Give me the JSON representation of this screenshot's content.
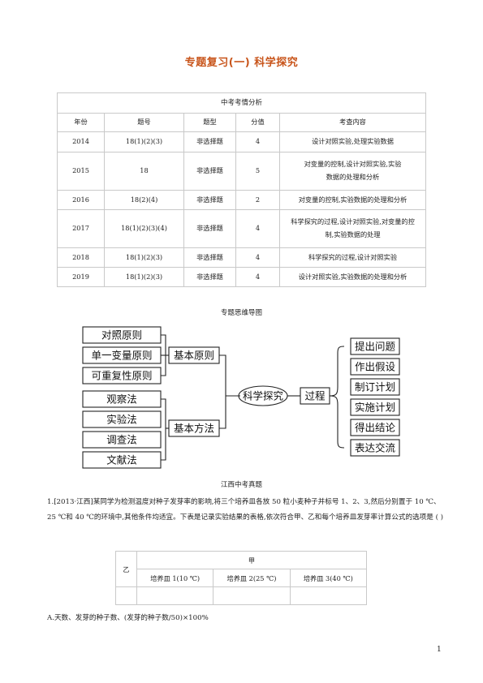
{
  "title": "专题复习(一)    科学探究",
  "exam_table": {
    "caption": "中考考情分析",
    "headers": [
      "年份",
      "题号",
      "题型",
      "分值",
      "考查内容"
    ],
    "rows": [
      {
        "year": "2014",
        "number": "18(1)(2)(3)",
        "type": "非选择题",
        "score": "4",
        "content": "设计对照实验,处理实验数据"
      },
      {
        "year": "2015",
        "number": "18",
        "type": "非选择题",
        "score": "5",
        "content": "对变量的控制,设计对照实验,实验数据的处理和分析"
      },
      {
        "year": "2016",
        "number": "18(2)(4)",
        "type": "非选择题",
        "score": "2",
        "content": "对变量的控制,实验数据的处理和分析"
      },
      {
        "year": "2017",
        "number": "18(1)(2)(3)(4)",
        "type": "非选择题",
        "score": "4",
        "content": "科学探究的过程,设计对照实验,对变量的控制,实验数据的处理"
      },
      {
        "year": "2018",
        "number": "18(1)(2)(3)",
        "type": "非选择题",
        "score": "4",
        "content": "科学探究的过程,设计对照实验"
      },
      {
        "year": "2019",
        "number": "18(1)(2)(3)",
        "type": "非选择题",
        "score": "4",
        "content": "设计对照实验,实验数据的处理和分析"
      }
    ]
  },
  "mindmap": {
    "heading": "专题思维导图",
    "center": "科学探究",
    "principles_label": "基本原则",
    "principles": [
      "对照原则",
      "单一变量原则",
      "可重复性原则"
    ],
    "methods_label": "基本方法",
    "methods": [
      "观察法",
      "实验法",
      "调查法",
      "文献法"
    ],
    "process_label": "过程",
    "process": [
      "提出问题",
      "作出假设",
      "制订计划",
      "实施计划",
      "得出结论",
      "表达交流"
    ]
  },
  "jiangxi": {
    "heading": "江西中考真题",
    "question_1": "1.[2013·江西]某同学为检测温度对种子发芽率的影响,将三个培养皿各放 50 粒小麦种子并标号 1、2、3,然后分别置于 10 ℃、25 ℃和 40 ℃的环境中,其他条件均适宜。下表是记录实验结果的表格,依次符合甲、乙和每个培养皿发芽率计算公式的选项是   (      )",
    "table": {
      "yi": "乙",
      "jia": "甲",
      "cols": [
        "培养皿 1(10 ℃)",
        "培养皿 2(25 ℃)",
        "培养皿 3(40 ℃)"
      ]
    },
    "option_a": "A.天数、发芽的种子数、(发芽的种子数/50)×100%"
  },
  "page_number": "1"
}
